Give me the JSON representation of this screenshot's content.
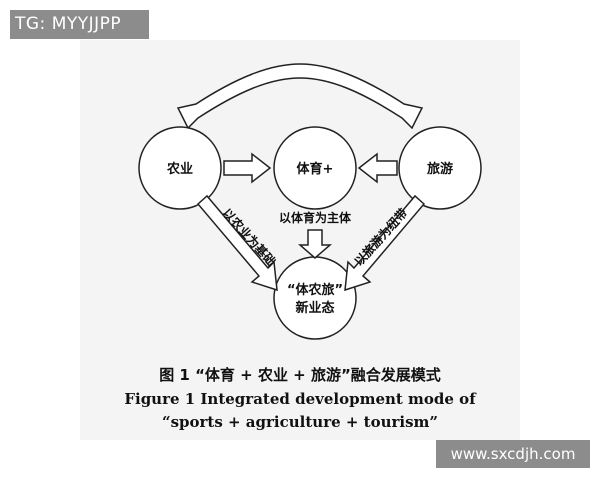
{
  "tag": "TG: MYYJJPP",
  "diagram": {
    "node_agriculture": "农业",
    "node_sports": "体育+",
    "node_tourism": "旅游",
    "node_center_line1": "“体农旅”",
    "node_center_line2": "新业态",
    "label_left": "以农业为基础",
    "label_middle": "以体育为主体",
    "label_right": "以旅游为纽带"
  },
  "caption": {
    "cn": "图 1 “体育 + 农业 + 旅游”融合发展模式",
    "en_line1": "Figure 1 Integrated development mode of",
    "en_line2": "“sports + agriculture + tourism”"
  },
  "watermark": "www.sxcdjh.com"
}
